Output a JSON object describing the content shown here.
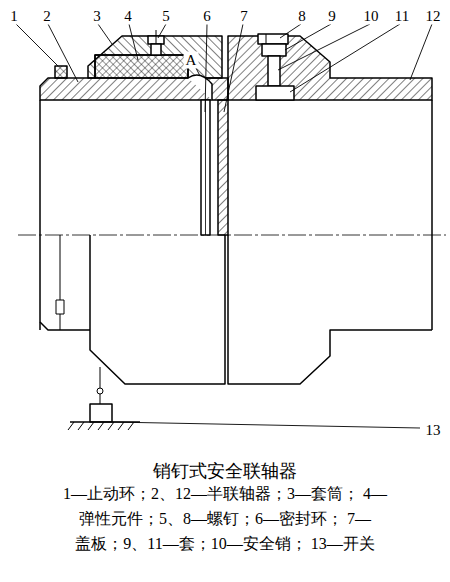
{
  "diagram": {
    "title": "销钉式安全联轴器",
    "caption": "1—止动环；2、12—半联轴器；3—套筒； 4—弹性元件；5、8—螺钉；6—密封环； 7—盖板；9、11—套；10—安全销； 13—开关",
    "labels": [
      "1",
      "2",
      "3",
      "4",
      "5",
      "6",
      "7",
      "8",
      "9",
      "10",
      "11",
      "12",
      "A",
      "13"
    ]
  }
}
